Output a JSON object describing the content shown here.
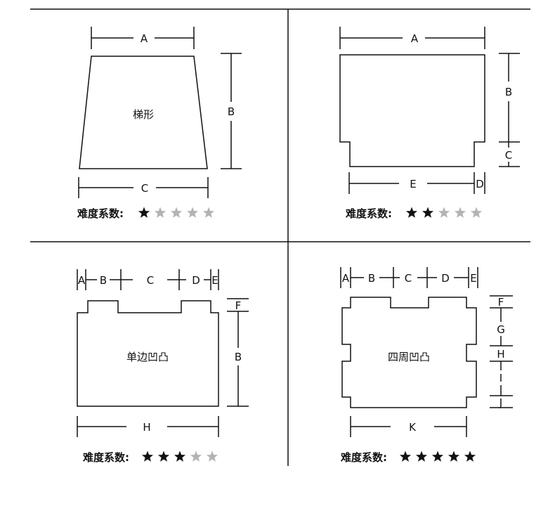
{
  "panels": [
    {
      "shape_name": "梯形",
      "labels": {
        "A": "A",
        "B": "B",
        "C": "C"
      },
      "difficulty_label": "难度系数:",
      "difficulty": 1,
      "difficulty_max": 5
    },
    {
      "shape_name": "",
      "labels": {
        "A": "A",
        "B": "B",
        "C": "C",
        "D": "D",
        "E": "E"
      },
      "difficulty_label": "难度系数:",
      "difficulty": 2,
      "difficulty_max": 5
    },
    {
      "shape_name": "单边凹凸",
      "labels": {
        "A": "A",
        "B": "B",
        "C": "C",
        "D": "D",
        "E": "E",
        "F": "F",
        "B2": "B",
        "H": "H"
      },
      "difficulty_label": "难度系数:",
      "difficulty": 3,
      "difficulty_max": 5
    },
    {
      "shape_name": "四周凹凸",
      "labels": {
        "A": "A",
        "B": "B",
        "C": "C",
        "D": "D",
        "E": "E",
        "F": "F",
        "G": "G",
        "H": "H",
        "I": "I",
        "J": "J",
        "K": "K"
      },
      "difficulty_label": "难度系数:",
      "difficulty": 5,
      "difficulty_max": 5
    }
  ],
  "colors": {
    "line": "#111111",
    "star_on": "#111111",
    "star_off": "#b3b3b3"
  }
}
